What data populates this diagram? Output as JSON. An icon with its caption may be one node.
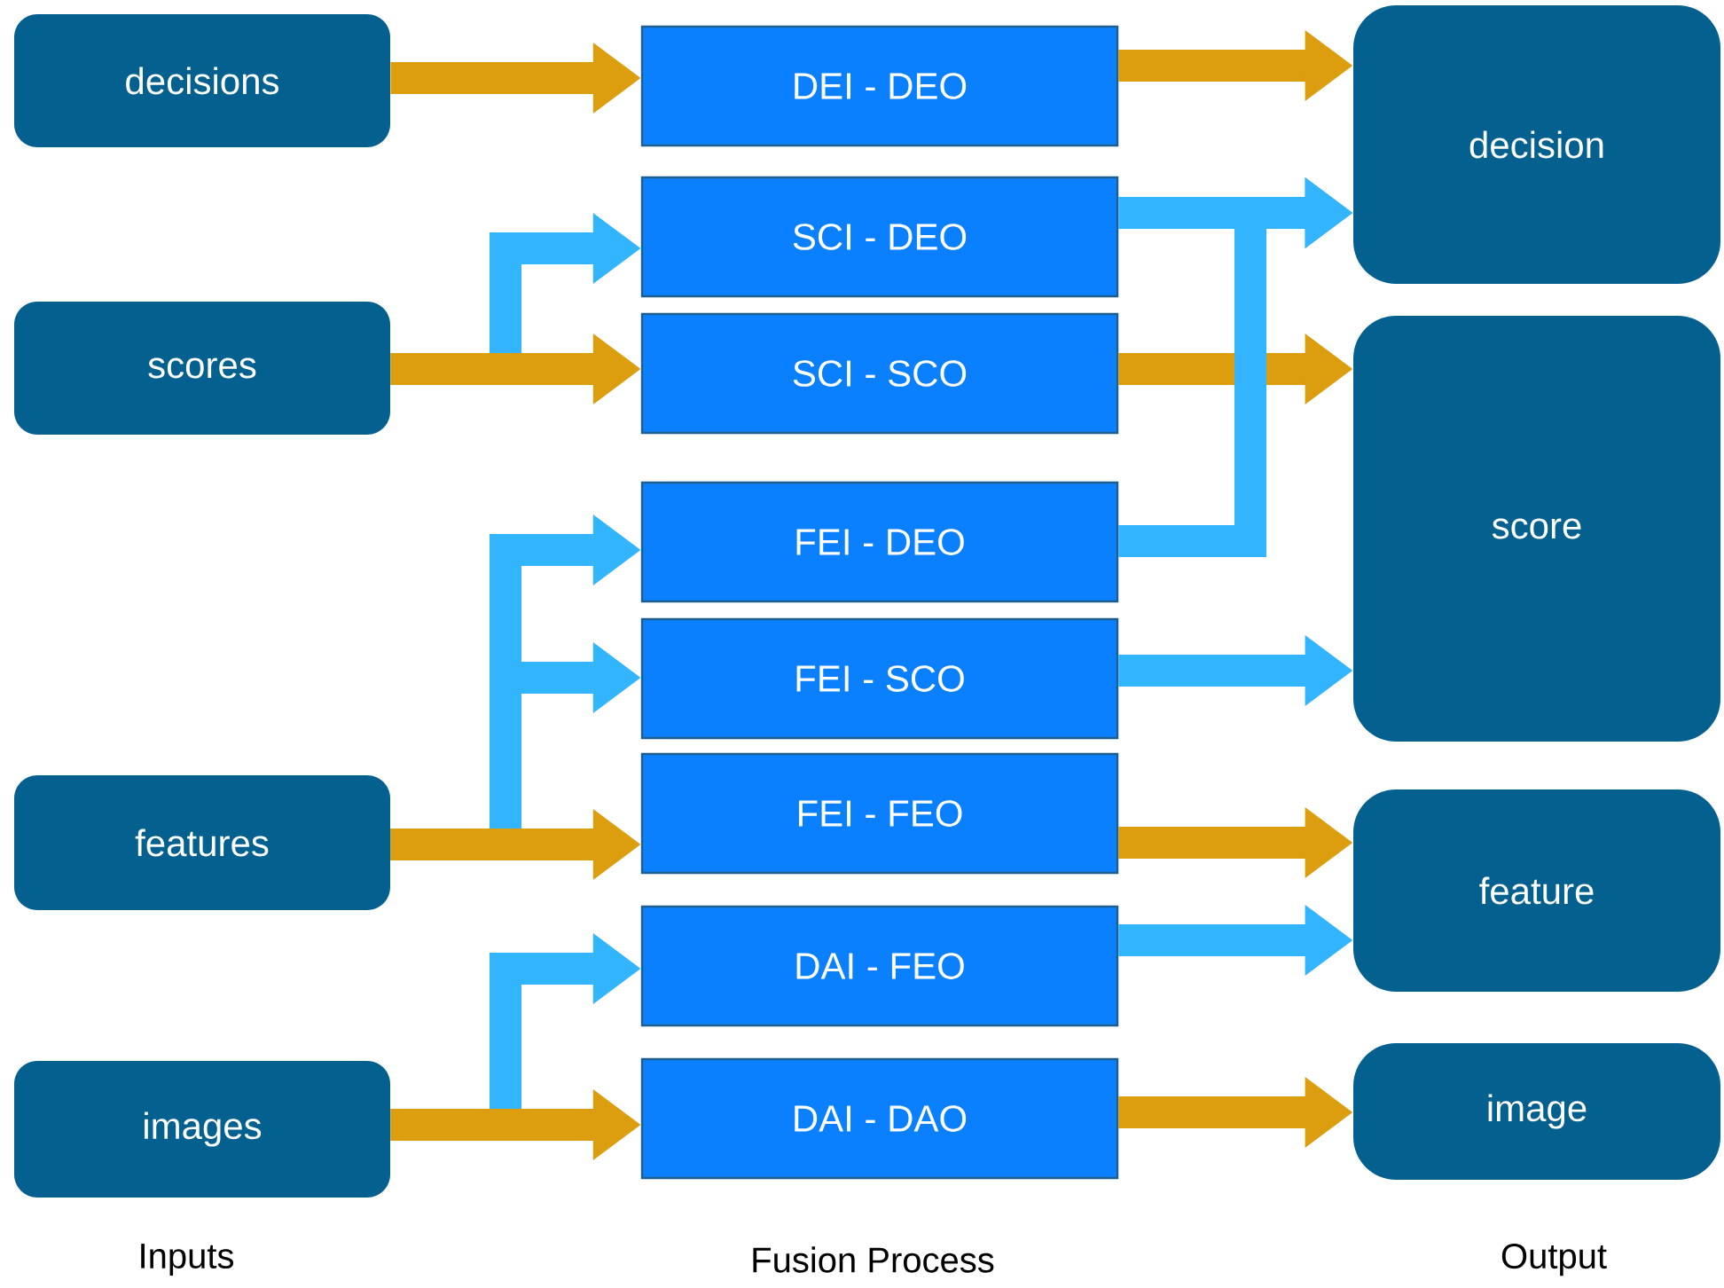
{
  "diagram": {
    "nodes": [
      {
        "text": [
          "decisions"
        ]
      },
      {
        "text": [
          "scores"
        ]
      },
      {
        "text": [
          "features"
        ]
      },
      {
        "text": [
          "images"
        ]
      },
      {
        "text": [
          "DEI - DEO"
        ]
      },
      {
        "text": [
          "SCI - DEO"
        ]
      },
      {
        "text": [
          "SCI - SCO"
        ]
      },
      {
        "text": [
          "FEI - DEO"
        ]
      },
      {
        "text": [
          "FEI - SCO"
        ]
      },
      {
        "text": [
          "FEI - FEO"
        ]
      },
      {
        "text": [
          "DAI - FEO"
        ]
      },
      {
        "text": [
          "DAI - DAO"
        ]
      },
      {
        "text": [
          "decision"
        ]
      },
      {
        "text": [
          "score"
        ]
      },
      {
        "text": [
          "feature"
        ]
      },
      {
        "text": [
          "image"
        ]
      }
    ],
    "edges": [
      {
        "from": 0,
        "to": 4,
        "arrow": "to",
        "color": "#dc9e0e"
      },
      {
        "from": 1,
        "to": 5,
        "arrow": "to",
        "color": "#33b4ff"
      },
      {
        "from": 1,
        "to": 6,
        "arrow": "to",
        "color": "#dc9e0e"
      },
      {
        "from": 2,
        "to": 7,
        "arrow": "to",
        "color": "#33b4ff"
      },
      {
        "from": 2,
        "to": 8,
        "arrow": "to",
        "color": "#33b4ff"
      },
      {
        "from": 2,
        "to": 9,
        "arrow": "to",
        "color": "#dc9e0e"
      },
      {
        "from": 3,
        "to": 10,
        "arrow": "to",
        "color": "#33b4ff"
      },
      {
        "from": 3,
        "to": 11,
        "arrow": "to",
        "color": "#dc9e0e"
      },
      {
        "from": 4,
        "to": 12,
        "arrow": "to",
        "color": "#dc9e0e"
      },
      {
        "from": 6,
        "to": 13,
        "arrow": "to",
        "color": "#dc9e0e"
      },
      {
        "from": 5,
        "to": 12,
        "arrow": "to",
        "color": "#33b4ff"
      },
      {
        "from": 7,
        "to": 12,
        "arrow": "to",
        "color": "#33b4ff"
      },
      {
        "from": 8,
        "to": 13,
        "arrow": "to",
        "color": "#33b4ff"
      },
      {
        "from": 9,
        "to": 14,
        "arrow": "to",
        "color": "#dc9e0e"
      },
      {
        "from": 10,
        "to": 14,
        "arrow": "to",
        "color": "#33b4ff"
      },
      {
        "from": 11,
        "to": 15,
        "arrow": "to",
        "color": "#dc9e0e"
      }
    ],
    "labels": [
      "Inputs",
      "Fusion Process",
      "Output"
    ]
  }
}
